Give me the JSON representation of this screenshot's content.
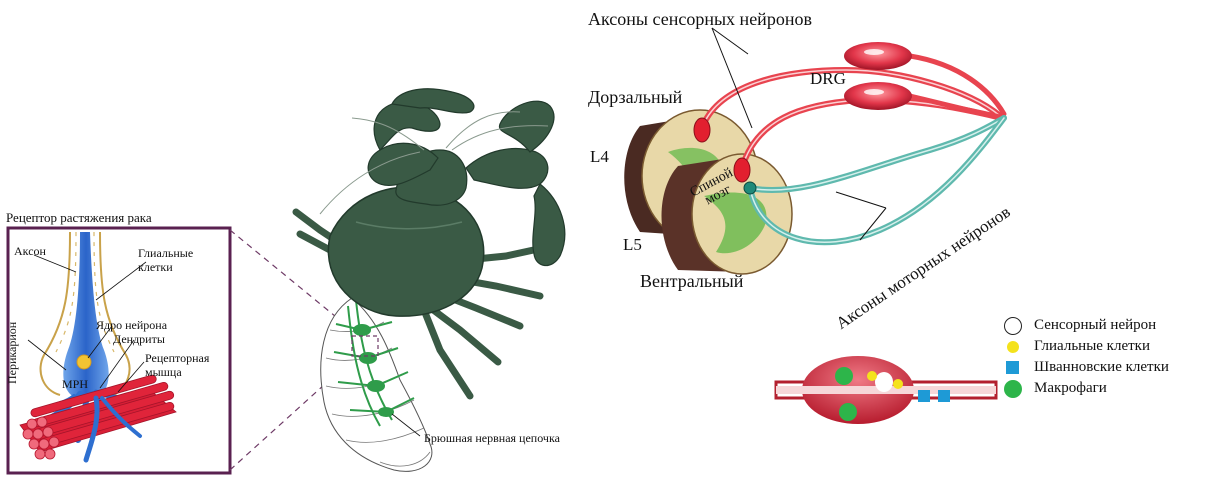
{
  "crayfish_inset": {
    "title": "Рецептор растяжения рака",
    "axon": "Аксон",
    "glial_cells": "Глиальные\nклетки",
    "perikaryon": "Перикарион",
    "neuron_nucleus": "Ядро нейрона",
    "dendrites": "Дендриты",
    "mrn": "MPH",
    "receptor_muscle": "Рецепторная\nмышца"
  },
  "crayfish": {
    "ventral_nerve_cord": "Брюшная нервная цепочка"
  },
  "spinal_cord": {
    "sensory_axons": "Аксоны сенсорных нейронов",
    "drg": "DRG",
    "dorsal": "Дорзальный",
    "l4": "L4",
    "l5": "L5",
    "spinal_cord_line1": "Спиной",
    "spinal_cord_line2": "мозг",
    "ventral": "Вентральный",
    "motor_axons": "Аксоны моторных нейронов"
  },
  "legend": {
    "items": [
      {
        "label": "Сенсорный нейрон",
        "shape": "circle-outline",
        "color": "#ffffff"
      },
      {
        "label": "Глиальные клетки",
        "shape": "circle",
        "color": "#f4e21c"
      },
      {
        "label": "Шванновские клетки",
        "shape": "square",
        "color": "#1e9ad6"
      },
      {
        "label": "Макрофаги",
        "shape": "circle",
        "color": "#2db54a"
      }
    ]
  },
  "colors": {
    "crayfish_body": "#3a5a45",
    "neuron_blue": "#2e6fd0",
    "muscle_red": "#e0243a",
    "inset_frame": "#5a2150",
    "sensory_axon": "#e8444f",
    "motor_axon": "#5fb9ae",
    "drg_ellipse": "#e2364a",
    "cord_tan": "#e8d8a8",
    "cord_dark": "#4a2a22",
    "grey_matter": "#6dbb50"
  }
}
